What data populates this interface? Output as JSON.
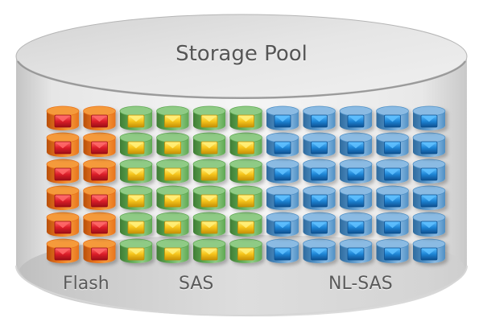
{
  "title": "Storage Pool",
  "rows_per_column": 6,
  "tiers": [
    {
      "name": "Flash",
      "columns": 2,
      "disk_colors": {
        "light": "#f59a3a",
        "mid": "#e8731c",
        "dark": "#b9500c"
      },
      "icon_colors": {
        "light": "#ff6a6a",
        "mid": "#dd1f2a",
        "dark": "#9a0d16"
      }
    },
    {
      "name": "SAS",
      "columns": 4,
      "disk_colors": {
        "light": "#8fcb85",
        "mid": "#5fa852",
        "dark": "#3f7d35"
      },
      "icon_colors": {
        "light": "#fff07a",
        "mid": "#f7c51c",
        "dark": "#c48f06"
      }
    },
    {
      "name": "NL-SAS",
      "columns": 5,
      "disk_colors": {
        "light": "#8bbbe3",
        "mid": "#4f8fc4",
        "dark": "#2f6b9e"
      },
      "icon_colors": {
        "light": "#5fc0ff",
        "mid": "#1f86d6",
        "dark": "#0d4f8f"
      }
    }
  ],
  "pool_colors": {
    "top_light": "#f1f1f1",
    "top_dark": "#d2d2d2",
    "body_light": "#f7f7f7",
    "body_dark": "#c8c8c8",
    "rim": "#9a9a9a"
  }
}
